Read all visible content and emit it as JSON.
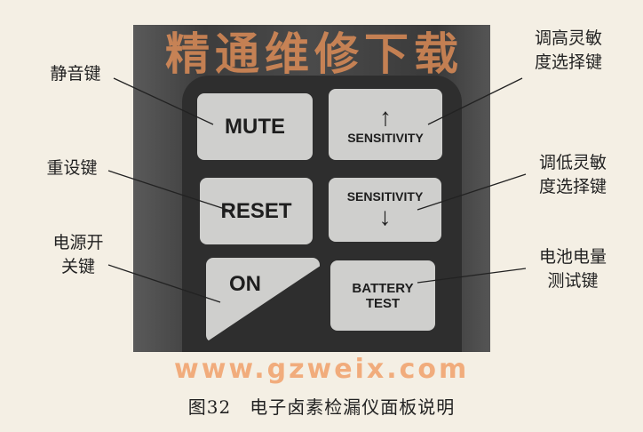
{
  "buttons": {
    "mute": "MUTE",
    "sensitivity_up": "SENSITIVITY",
    "up_arrow": "↑",
    "reset": "RESET",
    "sensitivity_down": "SENSITIVITY",
    "down_arrow": "↓",
    "on": "ON",
    "battery_line1": "BATTERY",
    "battery_line2": "TEST"
  },
  "labels": {
    "mute": "静音键",
    "reset": "重设键",
    "power_line1": "电源开",
    "power_line2": "关键",
    "sens_up_line1": "调高灵敏",
    "sens_up_line2": "度选择键",
    "sens_down_line1": "调低灵敏",
    "sens_down_line2": "度选择键",
    "battery_line1": "电池电量",
    "battery_line2": "测试键"
  },
  "watermark": {
    "text": "精通维修下载",
    "url": "www.gzweix.com"
  },
  "caption": "图32　电子卤素检漏仪面板说明"
}
